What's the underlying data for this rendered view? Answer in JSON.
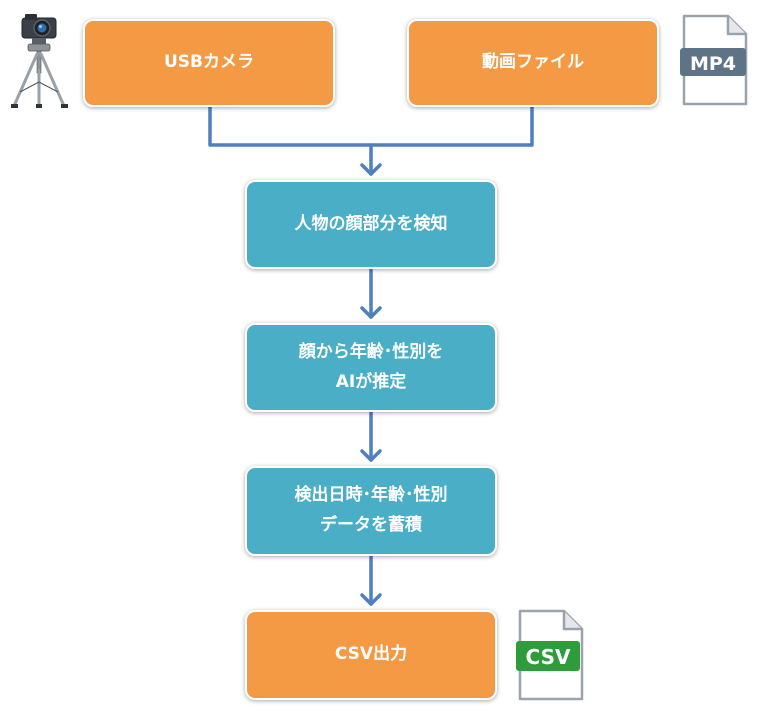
{
  "nodes": {
    "usb_camera": "USBカメラ",
    "video_file": "動画ファイル",
    "detect": "人物の顔部分を検知",
    "estimate": [
      "顔から年齢･性別を",
      "AIが推定"
    ],
    "store": [
      "検出日時･年齢･性別",
      "データを蓄積"
    ],
    "csv_output": "CSV出力"
  },
  "icons": {
    "mp4_label": "MP4",
    "csv_label": "CSV",
    "camera_icon": "camera-tripod-icon",
    "mp4_icon": "mp4-file-icon",
    "csv_icon": "csv-file-icon"
  },
  "colors": {
    "orange": "#f59a44",
    "teal": "#4aaec6",
    "connector": "#4f7fbf",
    "mp4_label_bg": "#5f7387",
    "csv_label_bg": "#2e9c3a"
  }
}
